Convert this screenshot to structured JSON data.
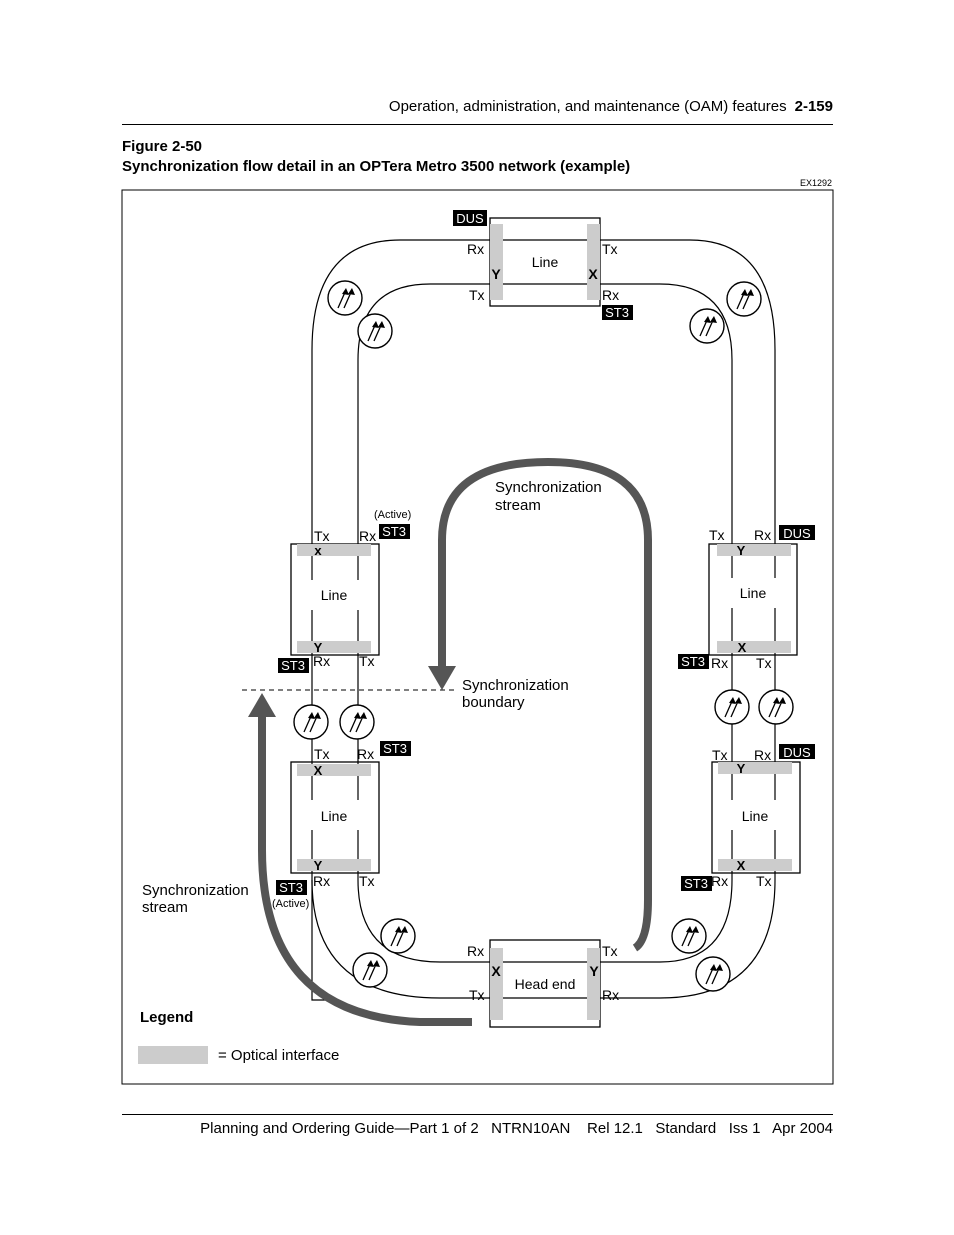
{
  "header": {
    "section_title": "Operation, administration, and maintenance (OAM) features",
    "page_number": "2-159"
  },
  "figure": {
    "label": "Figure 2-50",
    "title": "Synchronization flow detail in an OPTera Metro 3500 network (example)",
    "id": "EX1292"
  },
  "diagram": {
    "nodes": {
      "top": {
        "name": "Line",
        "left_port": "Y",
        "right_port": "X"
      },
      "left_upper": {
        "name": "Line",
        "top_port": "x",
        "bottom_port": "Y"
      },
      "left_lower": {
        "name": "Line",
        "top_port": "X",
        "bottom_port": "Y"
      },
      "right_upper": {
        "name": "Line",
        "top_port": "Y",
        "bottom_port": "X"
      },
      "right_lower": {
        "name": "Line",
        "top_port": "Y",
        "bottom_port": "X"
      },
      "head_end": {
        "name": "Head end",
        "left_port": "X",
        "right_port": "Y"
      }
    },
    "badges": {
      "dus": "DUS",
      "st3": "ST3"
    },
    "port_labels": {
      "tx": "Tx",
      "rx": "Rx"
    },
    "active_label": "(Active)",
    "sync_stream_label": [
      "Synchronization",
      "stream"
    ],
    "sync_boundary_label": [
      "Synchronization",
      "boundary"
    ]
  },
  "legend": {
    "title": "Legend",
    "optical_interface": "= Optical interface"
  },
  "footer": {
    "text": "Planning and Ordering Guide—Part 1 of 2   NTRN10AN    Rel 12.1   Standard   Iss 1   Apr 2004"
  }
}
